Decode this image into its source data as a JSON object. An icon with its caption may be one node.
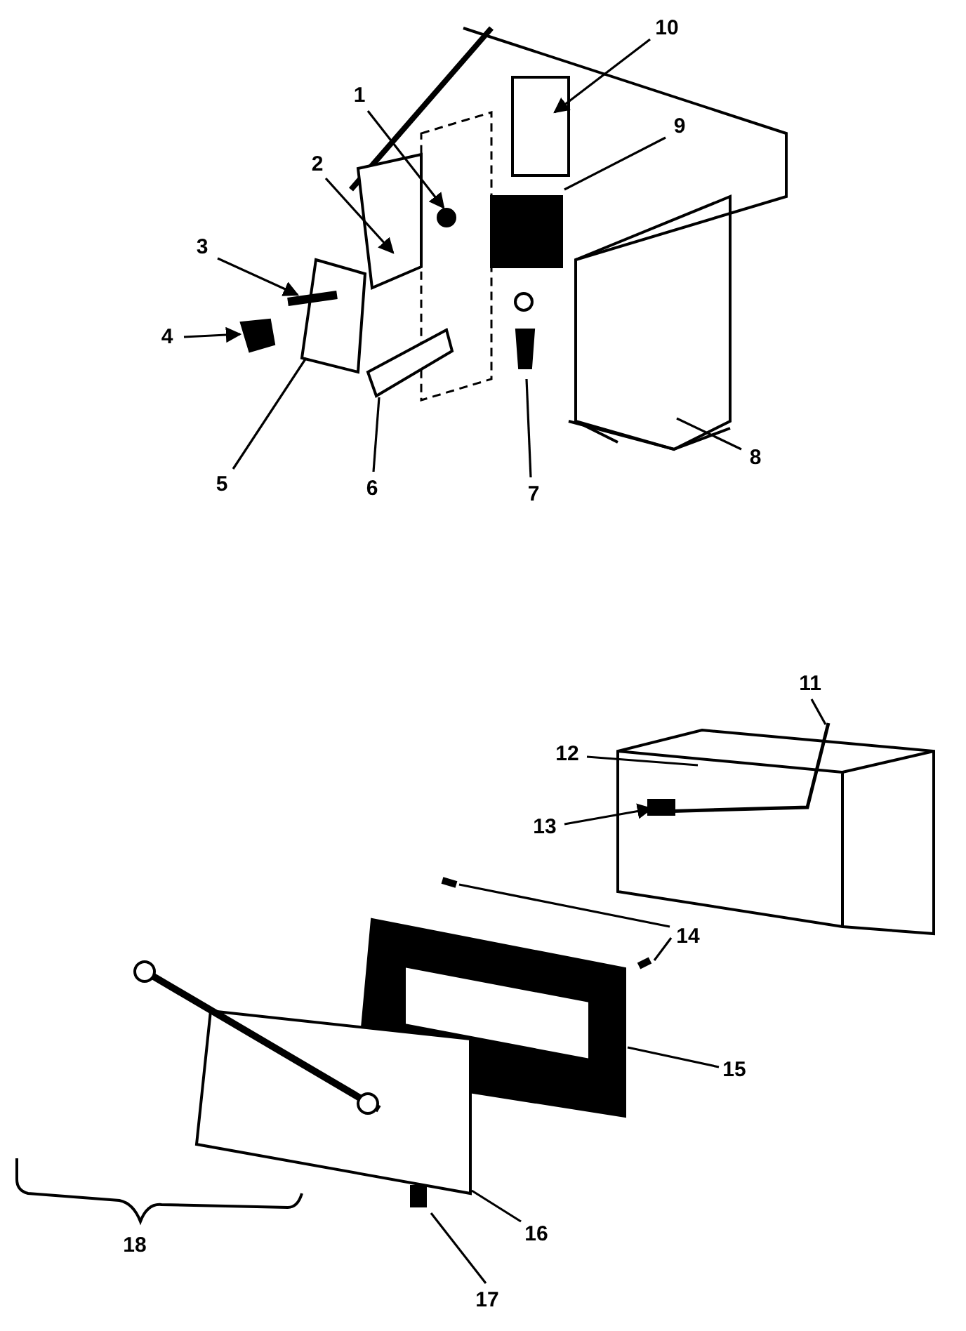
{
  "diagram": {
    "nodes": [
      {
        "text": [
          "1"
        ]
      },
      {
        "text": [
          "2"
        ]
      },
      {
        "text": [
          "3"
        ]
      },
      {
        "text": [
          "4"
        ]
      },
      {
        "text": [
          "5"
        ]
      },
      {
        "text": [
          "6"
        ]
      },
      {
        "text": [
          "7"
        ]
      },
      {
        "text": [
          "8"
        ]
      },
      {
        "text": [
          "9"
        ]
      },
      {
        "text": [
          "10"
        ]
      },
      {
        "text": [
          "11"
        ]
      },
      {
        "text": [
          "12"
        ]
      },
      {
        "text": [
          "13"
        ]
      },
      {
        "text": [
          "14"
        ]
      },
      {
        "text": [
          "15"
        ]
      },
      {
        "text": [
          "16"
        ]
      },
      {
        "text": [
          "17"
        ]
      }
    ],
    "edges": [
      {
        "from": 0,
        "to": null,
        "arrow": "to"
      },
      {
        "from": 1,
        "to": null,
        "arrow": "to"
      },
      {
        "from": 2,
        "to": null,
        "arrow": "to"
      },
      {
        "from": 3,
        "to": null,
        "arrow": "to"
      },
      {
        "from": 4,
        "to": null,
        "arrow": "none"
      },
      {
        "from": 5,
        "to": null,
        "arrow": "none"
      },
      {
        "from": 6,
        "to": null,
        "arrow": "none"
      },
      {
        "from": 7,
        "to": null,
        "arrow": "none"
      },
      {
        "from": 8,
        "to": null,
        "arrow": "none"
      },
      {
        "from": 9,
        "to": null,
        "arrow": "to"
      },
      {
        "from": 10,
        "to": null,
        "arrow": "none"
      },
      {
        "from": 11,
        "to": null,
        "arrow": "none"
      },
      {
        "from": 12,
        "to": null,
        "arrow": "to"
      },
      {
        "from": 13,
        "to": null,
        "arrow": "none"
      },
      {
        "from": 13,
        "to": null,
        "arrow": "none"
      },
      {
        "from": 14,
        "to": null,
        "arrow": "none"
      },
      {
        "from": 15,
        "to": null,
        "arrow": "none"
      },
      {
        "from": 16,
        "to": null,
        "arrow": "none"
      }
    ],
    "labels": [
      "18"
    ]
  }
}
